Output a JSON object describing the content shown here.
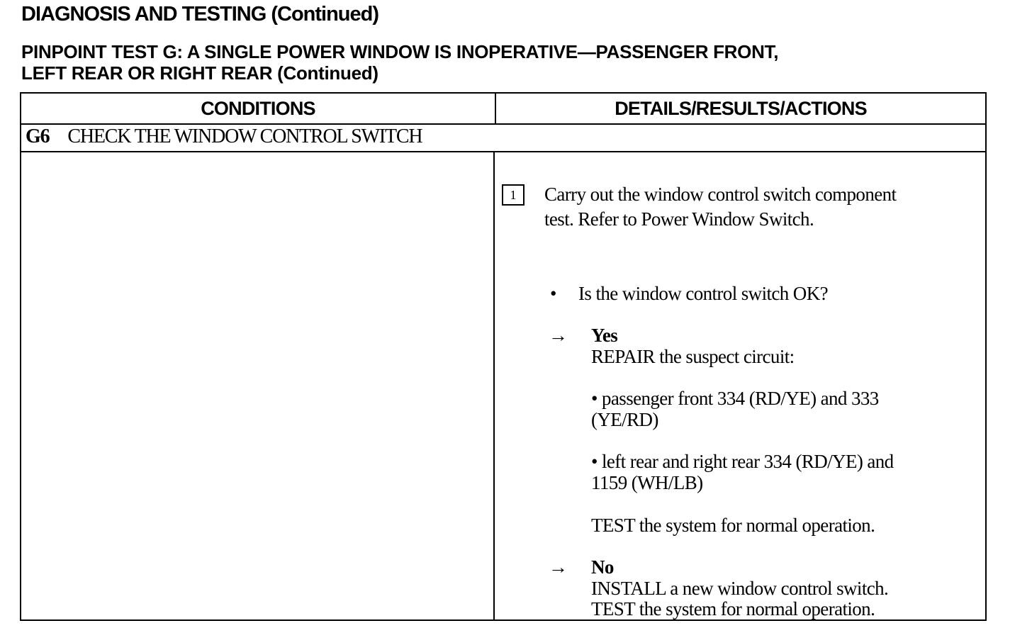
{
  "header": {
    "section_title": "DIAGNOSIS AND TESTING (Continued)",
    "test_title_line1": "PINPOINT TEST G: A SINGLE POWER WINDOW IS INOPERATIVE—PASSENGER FRONT,",
    "test_title_line2": "LEFT REAR OR RIGHT REAR (Continued)"
  },
  "table": {
    "col_conditions": "CONDITIONS",
    "col_details": "DETAILS/RESULTS/ACTIONS",
    "step_id": "G6",
    "step_title": "CHECK THE WINDOW CONTROL SWITCH",
    "action_number": "1",
    "action_line1": "Carry out the window control switch component",
    "action_line2": "test. Refer to Power Window Switch.",
    "question_bullet": "•",
    "question": "Is the window control switch OK?",
    "yes": {
      "arrow": "→",
      "label": "Yes",
      "line1": "REPAIR the suspect circuit:",
      "item1_line1": "• passenger front 334 (RD/YE) and 333",
      "item1_line2": "(YE/RD)",
      "item2_line1": "• left rear and right rear 334 (RD/YE) and",
      "item2_line2": "1159 (WH/LB)",
      "test": "TEST the system for normal operation."
    },
    "no": {
      "arrow": "→",
      "label": "No",
      "line1": "INSTALL a new window control switch.",
      "line2": "TEST the system for normal operation."
    }
  }
}
